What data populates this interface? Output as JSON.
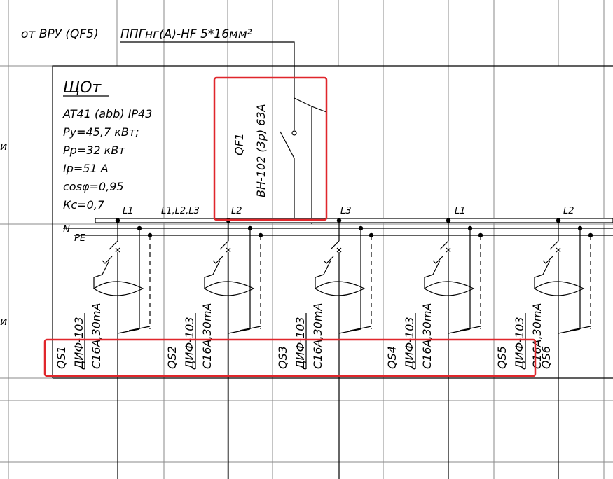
{
  "feed": {
    "source": "от ВРУ (QF5)",
    "cable": "ППГнг(А)-HF 5*16мм²"
  },
  "panel": {
    "name": "ЩОт",
    "model": "AT41 (abb) IP43",
    "py": "Ру=45,7 кВт;",
    "pp": "Рр=32 кВт",
    "ip": "Iр=51 А",
    "cos": "cosφ=0,95",
    "kc": "Кс=0,7"
  },
  "main_breaker": {
    "designation": "QF1",
    "spec": "ВН-102 (3р) 63А"
  },
  "bus": {
    "n_label": "N",
    "pe_label": "PE",
    "phase_labels": [
      "L1",
      "L1,L2,L3",
      "L2",
      "L3",
      "L1",
      "L2"
    ]
  },
  "edge_marks": {
    "upper": "и",
    "lower": "и"
  },
  "devices": [
    {
      "id": "QS1",
      "model": "ДИФ-103",
      "rating": "С16А,30mA"
    },
    {
      "id": "QS2",
      "model": "ДИФ-103",
      "rating": "С16А,30mA"
    },
    {
      "id": "QS3",
      "model": "ДИФ-103",
      "rating": "С16А,30mA"
    },
    {
      "id": "QS4",
      "model": "ДИФ-103",
      "rating": "С16А,30mA"
    },
    {
      "id": "QS5",
      "model": "ДИФ-103",
      "rating": "С16А,30mA"
    },
    {
      "id": "QS6",
      "model": "",
      "rating": ""
    }
  ],
  "colors": {
    "highlight": "#e0262b",
    "grid": "#8a8a8a",
    "line": "#000000"
  }
}
